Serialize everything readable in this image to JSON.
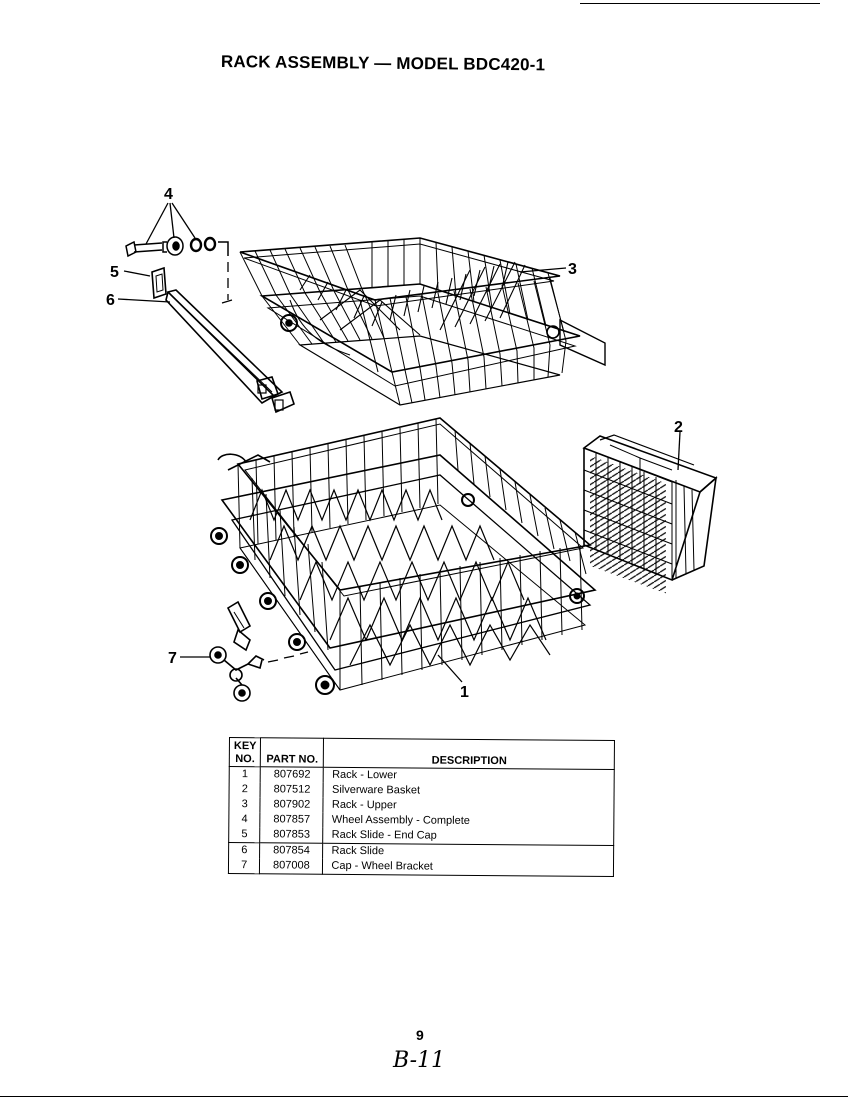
{
  "title": "RACK ASSEMBLY — MODEL BDC420-1",
  "callouts": {
    "c1": "1",
    "c2": "2",
    "c3": "3",
    "c4": "4",
    "c5": "5",
    "c6": "6",
    "c7": "7"
  },
  "table": {
    "headers": {
      "key": "KEY NO.",
      "part": "PART NO.",
      "desc": "DESCRIPTION"
    },
    "rows": [
      {
        "key": "1",
        "part": "807692",
        "desc": "Rack - Lower"
      },
      {
        "key": "2",
        "part": "807512",
        "desc": "Silverware Basket"
      },
      {
        "key": "3",
        "part": "807902",
        "desc": "Rack - Upper"
      },
      {
        "key": "4",
        "part": "807857",
        "desc": "Wheel Assembly - Complete"
      },
      {
        "key": "5",
        "part": "807853",
        "desc": "Rack Slide - End Cap"
      },
      {
        "key": "6",
        "part": "807854",
        "desc": "Rack Slide"
      },
      {
        "key": "7",
        "part": "807008",
        "desc": "Cap - Wheel Bracket"
      }
    ]
  },
  "page_number": "9",
  "handwritten_note": "B-11"
}
